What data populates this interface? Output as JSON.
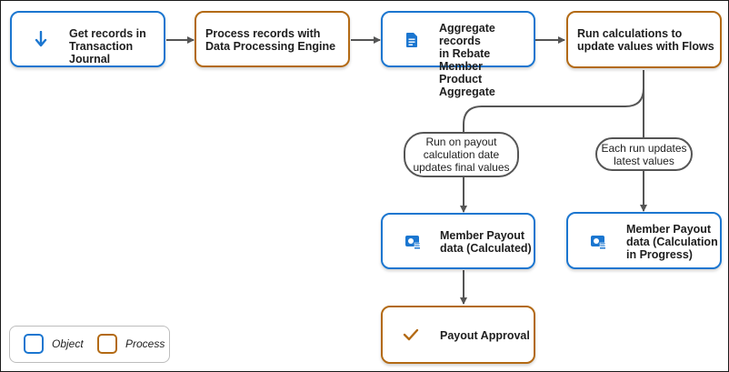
{
  "nodes": {
    "get_records": {
      "label": "Get records in\nTransaction Journal",
      "icon": "down-arrow-icon"
    },
    "process_records": {
      "label": "Process records with\nData Processing Engine"
    },
    "aggregate_records": {
      "label": "Aggregate records\nin Rebate Member\nProduct Aggregate",
      "icon": "document-icon"
    },
    "run_calculations": {
      "label": "Run calculations to\nupdate values with Flows"
    },
    "payout_calculated": {
      "label": "Member Payout\ndata (Calculated)",
      "icon": "payout-card-icon"
    },
    "payout_in_progress": {
      "label": "Member Payout\ndata (Calculation\nin Progress)",
      "icon": "payout-card-icon"
    },
    "payout_approval": {
      "label": "Payout Approval",
      "icon": "checkmark-icon"
    }
  },
  "edge_labels": {
    "final_values": "Run on payout\ncalculation date\nupdates final values",
    "latest_values": "Each run updates\nlatest values"
  },
  "legend": {
    "object_label": "Object",
    "process_label": "Process"
  },
  "colors": {
    "object_border": "#1b76d0",
    "process_border": "#b36a14",
    "connector": "#555555"
  }
}
